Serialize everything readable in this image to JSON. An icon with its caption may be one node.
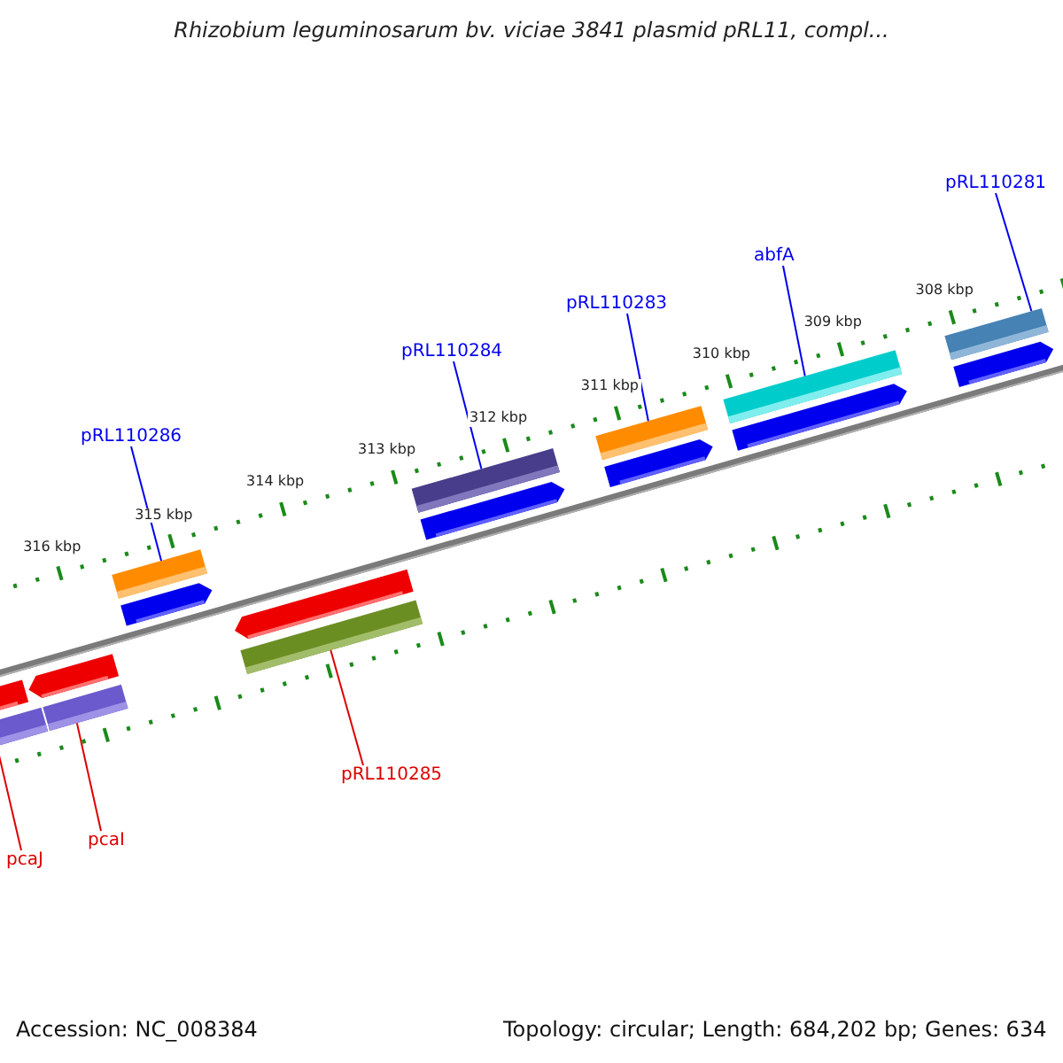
{
  "diagram": {
    "title": "Rhizobium leguminosarum bv. viciae 3841 plasmid pRL11, compl...",
    "nodes": [
      {
        "text": [
          "pRL110281"
        ]
      },
      {
        "text": [
          "abfA"
        ]
      },
      {
        "text": [
          "pRL110283"
        ]
      },
      {
        "text": [
          "pRL110284"
        ]
      },
      {
        "text": [
          "pRL110286"
        ]
      },
      {
        "text": [
          "pRL110285"
        ]
      },
      {
        "text": [
          "pcaI"
        ]
      },
      {
        "text": [
          "pcaJ"
        ]
      },
      {
        "text": [],
        "shape": "bar"
      },
      {
        "text": [],
        "shape": "bar"
      },
      {
        "text": [],
        "shape": "bar"
      },
      {
        "text": [],
        "shape": "bar"
      },
      {
        "text": [],
        "shape": "bar"
      },
      {
        "text": [],
        "shape": "bar"
      },
      {
        "text": [],
        "shape": "bar"
      },
      {
        "text": [],
        "shape": "bar"
      }
    ],
    "edges": [
      {
        "from": 0,
        "to": 15,
        "arrow": "none"
      },
      {
        "from": 1,
        "to": 14,
        "arrow": "none"
      },
      {
        "from": 2,
        "to": 13,
        "arrow": "none"
      },
      {
        "from": 3,
        "to": 12,
        "arrow": "none"
      },
      {
        "from": 4,
        "to": 10,
        "arrow": "none"
      },
      {
        "from": 5,
        "to": 11,
        "arrow": "none",
        "color": "#dd0000"
      },
      {
        "from": 6,
        "to": 9,
        "arrow": "none",
        "color": "#dd0000"
      },
      {
        "from": 7,
        "to": 8,
        "arrow": "none",
        "color": "#dd0000"
      }
    ],
    "labels": [
      "308 kbp",
      "309 kbp",
      "310 kbp",
      "311 kbp",
      "312 kbp",
      "313 kbp",
      "314 kbp",
      "315 kbp",
      "316 kbp",
      "Accession: NC_008384",
      "Topology: circular; Length: 684,202 bp; Genes: 634"
    ]
  }
}
